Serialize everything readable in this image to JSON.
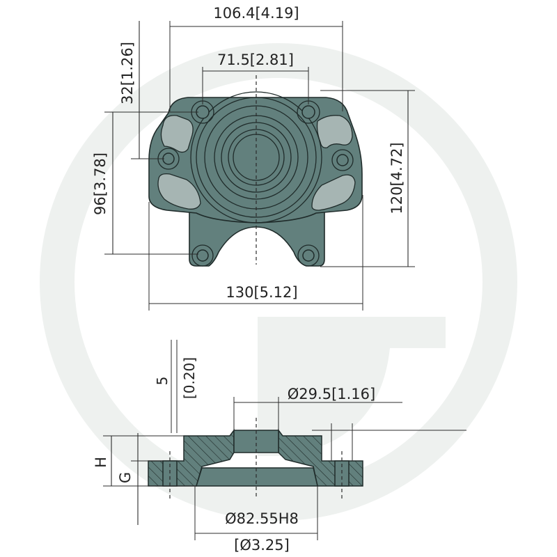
{
  "watermark": {
    "name": "granit-g-logo",
    "color": "#eef1ef"
  },
  "colors": {
    "part_fill": "#62807d",
    "pocket_fill": "#a6b5b3",
    "line": "#1f2b2a"
  },
  "top_view": {
    "dim_top_width": "106.4[4.19]",
    "dim_bolt_spacing": "71.5[2.81]",
    "dim_left_offset": "32[1.26]",
    "dim_left_height": "96[3.78]",
    "dim_right_height": "120[4.72]",
    "dim_overall_width": "130[5.12]"
  },
  "section_view": {
    "dim_step_mm": "5",
    "dim_step_in": "[0.20]",
    "dim_bore": "Ø29.5[1.16]",
    "label_h": "H",
    "label_g": "G",
    "dim_pilot_mm": "Ø82.55H8",
    "dim_pilot_in": "[Ø3.25]"
  }
}
